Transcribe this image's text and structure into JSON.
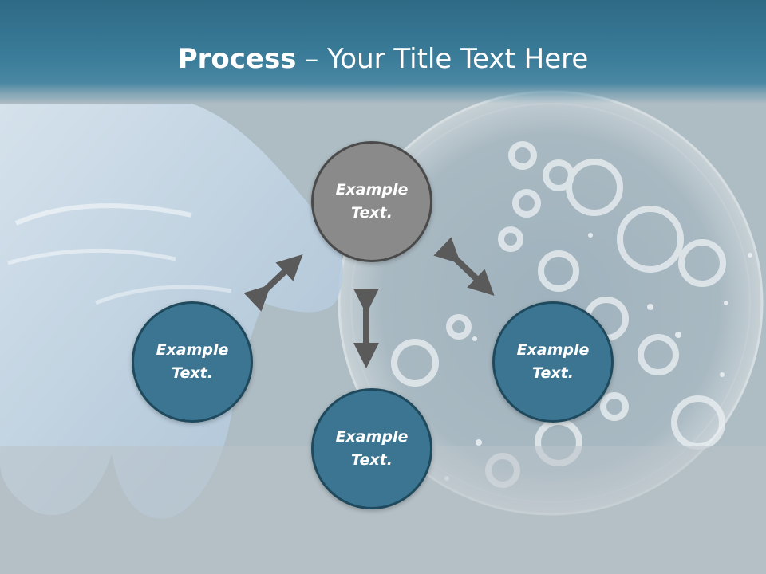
{
  "slide": {
    "title_bold": "Process",
    "title_rest": " – Your Title Text Here"
  },
  "nodes": {
    "top": {
      "line1": "Example",
      "line2": "Text."
    },
    "left": {
      "line1": "Example",
      "line2": "Text."
    },
    "right": {
      "line1": "Example",
      "line2": "Text."
    },
    "bottom": {
      "line1": "Example",
      "line2": "Text."
    }
  },
  "colors": {
    "title_bar": "#3a7c99",
    "node_blue": "#3b7591",
    "node_gray": "#8a8a8a",
    "arrow": "#5a5a5a"
  }
}
